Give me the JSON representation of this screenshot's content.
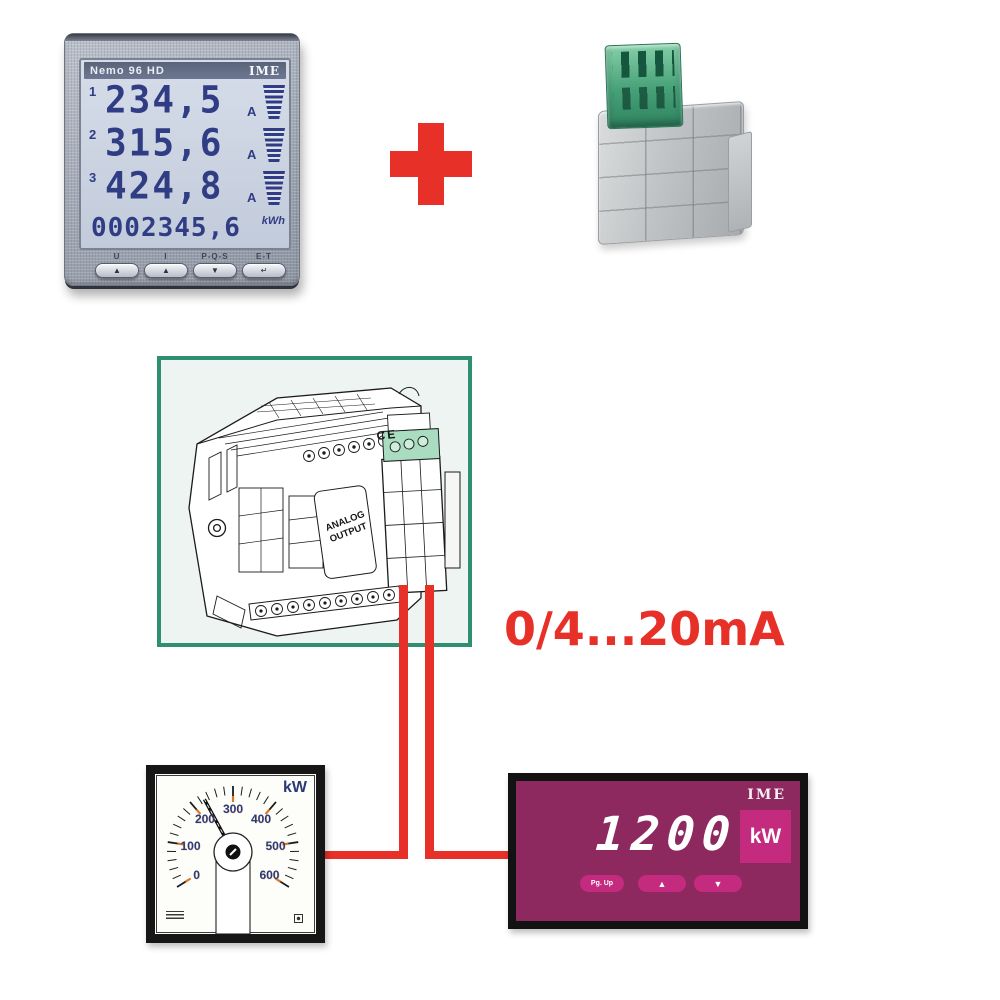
{
  "colors": {
    "accent_red": "#e73128",
    "frame_green": "#2e8f72",
    "box_bg": "#eef4f1",
    "meter_navy": "#303c84",
    "gauge_navy": "#2b3a77",
    "gauge_orange": "#e0761f",
    "dmeter_face": "#8e2960",
    "dmeter_accent": "#c42a7d"
  },
  "nemo_meter": {
    "model": "Nemo 96 HD",
    "brand": "IME",
    "rows": [
      {
        "phase": "1",
        "value": "234,5",
        "unit": "A"
      },
      {
        "phase": "2",
        "value": "315,6",
        "unit": "A"
      },
      {
        "phase": "3",
        "value": "424,8",
        "unit": "A"
      }
    ],
    "energy": {
      "value": "0002345,6",
      "unit": "kWh"
    },
    "buttons": [
      {
        "label": "U",
        "glyph": "▲"
      },
      {
        "label": "I",
        "glyph": "▲"
      },
      {
        "label": "P-Q-S",
        "glyph": "▼"
      },
      {
        "label": "E-T",
        "glyph": "↵"
      }
    ]
  },
  "plus_sign": "+",
  "drawing": {
    "ce_mark": "CE",
    "module_label_line1": "ANALOG",
    "module_label_line2": "OUTPUT"
  },
  "signal_label": "0/4...20mA",
  "gauge": {
    "type": "gauge",
    "unit": "kW",
    "min": 0,
    "max": 600,
    "labels": [
      "0",
      "100",
      "200",
      "300",
      "400",
      "500",
      "600"
    ],
    "value": 230
  },
  "digital_meter": {
    "brand": "IME",
    "value": "1200",
    "unit": "kW",
    "buttons": [
      "Pg. Up",
      "▲",
      "▼"
    ]
  }
}
